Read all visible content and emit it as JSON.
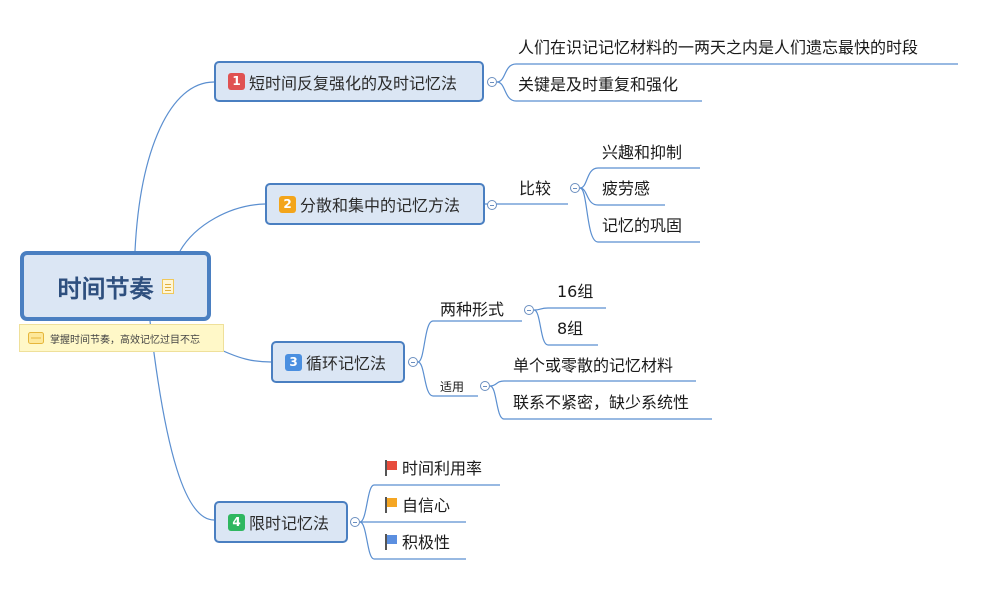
{
  "root": {
    "title": "时间节奏",
    "note": "掌握时间节奏，高效记忆过目不忘"
  },
  "colors": {
    "line": "#5b8fd0",
    "topic_border": "#4a7fc1",
    "topic_fill": "#dbe6f4",
    "badge1": "#e05252",
    "badge2": "#f3a51b",
    "badge3": "#4a8fe0",
    "badge4": "#2fb760",
    "flag_red": "#e74c3c",
    "flag_orange": "#f5a623",
    "flag_blue": "#5b8fe0"
  },
  "topics": [
    {
      "badge": "1",
      "label": "短时间反复强化的及时记忆法",
      "children": [
        {
          "label": "人们在识记记忆材料的一两天之内是人们遗忘最快的时段"
        },
        {
          "label": "关键是及时重复和强化"
        }
      ]
    },
    {
      "badge": "2",
      "label": "分散和集中的记忆方法",
      "children": [
        {
          "label": "比较",
          "children": [
            {
              "label": "兴趣和抑制"
            },
            {
              "label": "疲劳感"
            },
            {
              "label": "记忆的巩固"
            }
          ]
        }
      ]
    },
    {
      "badge": "3",
      "label": "循环记忆法",
      "children": [
        {
          "label": "两种形式",
          "children": [
            {
              "label": "16组"
            },
            {
              "label": "8组"
            }
          ]
        },
        {
          "label": "适用",
          "children": [
            {
              "label": "单个或零散的记忆材料"
            },
            {
              "label": "联系不紧密，缺少系统性"
            }
          ]
        }
      ]
    },
    {
      "badge": "4",
      "label": "限时记忆法",
      "children": [
        {
          "label": "时间利用率",
          "icon": "red-flag-icon"
        },
        {
          "label": "自信心",
          "icon": "orange-flag-icon"
        },
        {
          "label": "积极性",
          "icon": "blue-flag-icon"
        }
      ]
    }
  ]
}
